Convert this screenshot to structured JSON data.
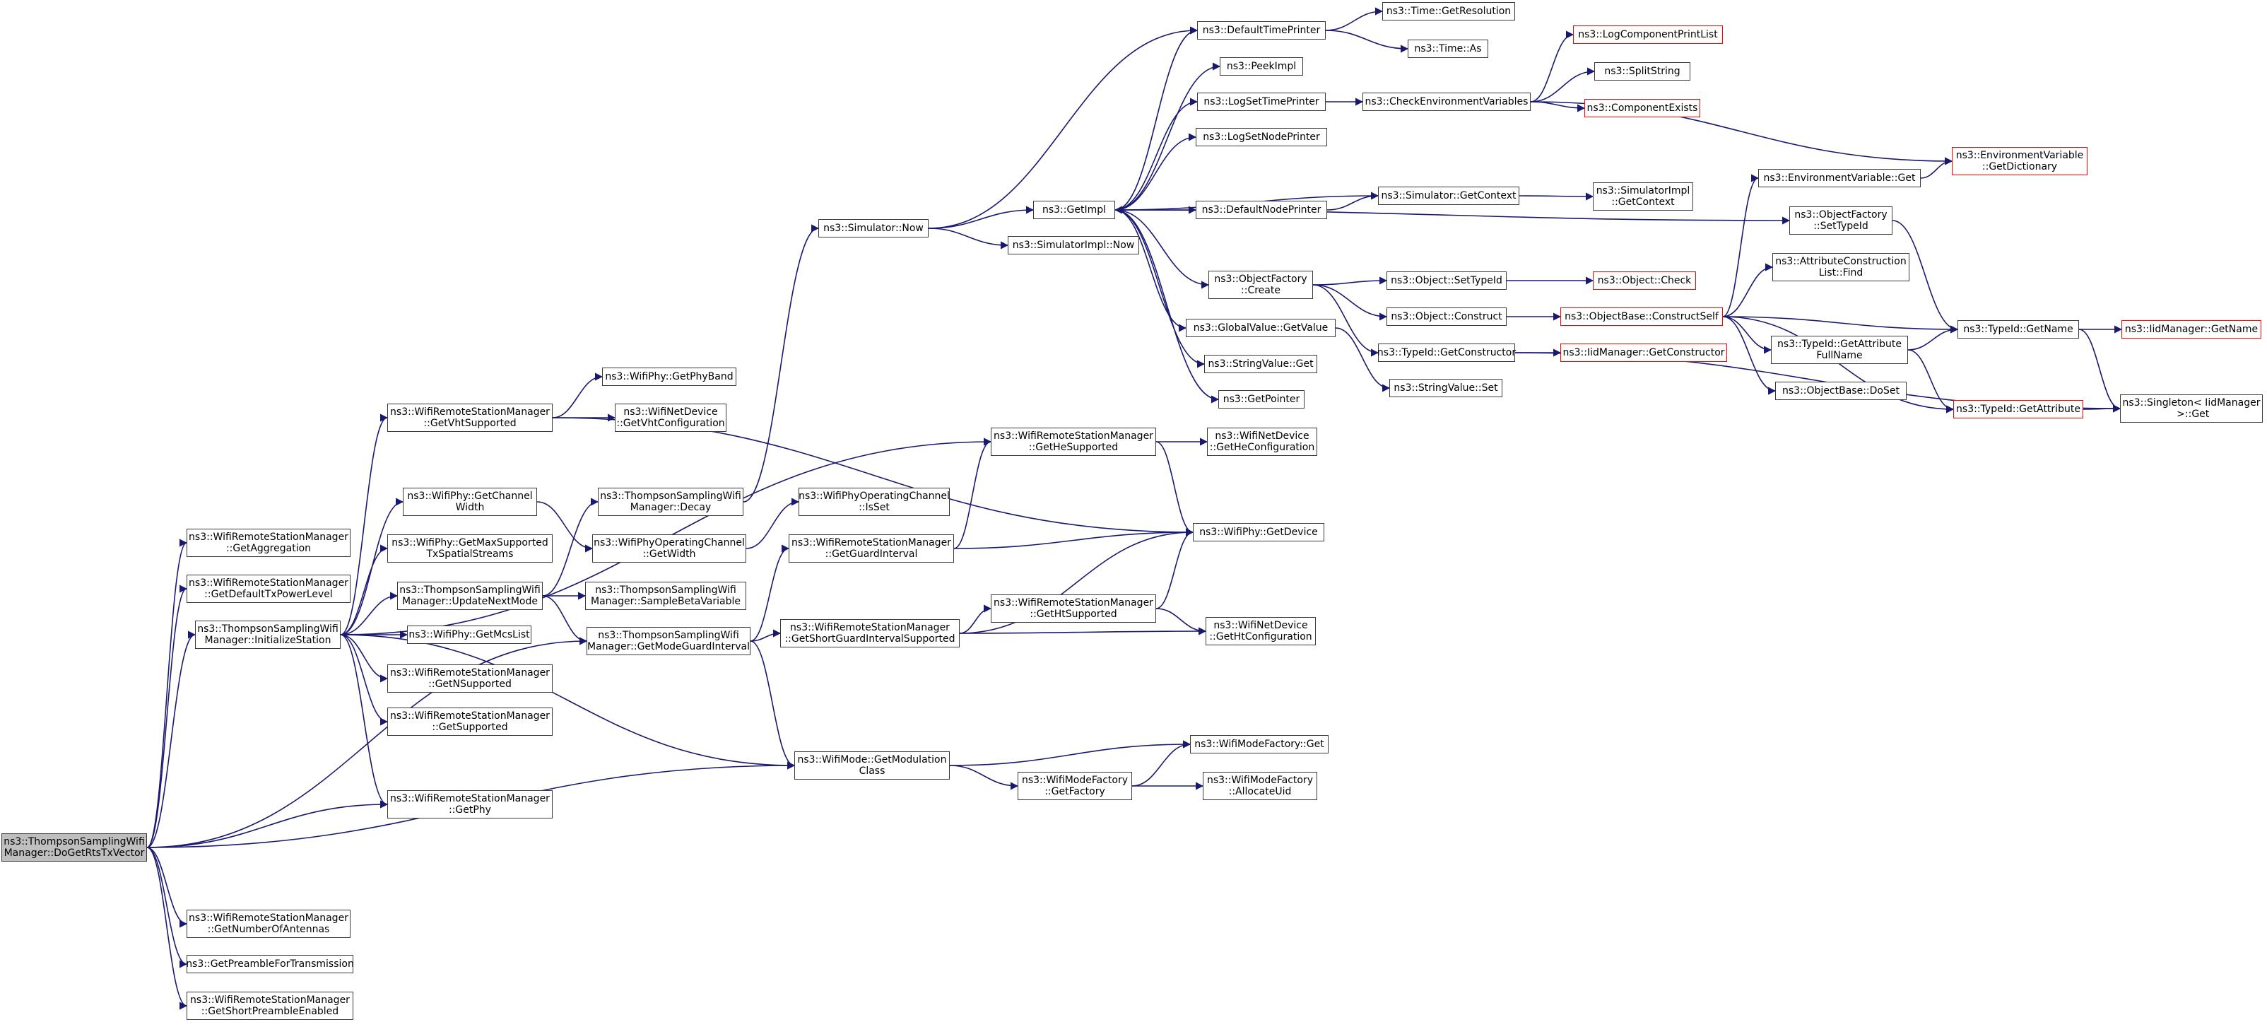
{
  "colors": {
    "edge": "#191970",
    "node_border": "#3a3a3a",
    "missing_border": "#ff0000",
    "root_fill": "#bfbfbf"
  },
  "nodes": {
    "root": "ns3::ThompsonSamplingWifi\nManager::DoGetRtsTxVector",
    "get_aggregation": "ns3::WifiRemoteStationManager\n::GetAggregation",
    "get_default_tx_power_level": "ns3::WifiRemoteStationManager\n::GetDefaultTxPowerLevel",
    "initialize_station": "ns3::ThompsonSamplingWifi\nManager::InitializeStation",
    "get_phy_station": "ns3::WifiRemoteStationManager\n::GetPhy",
    "get_number_of_antennas": "ns3::WifiRemoteStationManager\n::GetNumberOfAntennas",
    "get_preamble_for_transmission": "ns3::GetPreambleForTransmission",
    "get_short_preamble_enabled": "ns3::WifiRemoteStationManager\n::GetShortPreambleEnabled",
    "get_vht_supported": "ns3::WifiRemoteStationManager\n::GetVhtSupported",
    "get_phy_band": "ns3::WifiPhy::GetPhyBand",
    "get_vht_configuration": "ns3::WifiNetDevice\n::GetVhtConfiguration",
    "get_channel_width": "ns3::WifiPhy::GetChannel\nWidth",
    "get_max_supported_tx_spatial_streams": "ns3::WifiPhy::GetMaxSupported\nTxSpatialStreams",
    "update_next_mode": "ns3::ThompsonSamplingWifi\nManager::UpdateNextMode",
    "get_mcs_list": "ns3::WifiPhy::GetMcsList",
    "get_n_supported": "ns3::WifiRemoteStationManager\n::GetNSupported",
    "get_supported": "ns3::WifiRemoteStationManager\n::GetSupported",
    "decay": "ns3::ThompsonSamplingWifi\nManager::Decay",
    "operating_channel_get_width": "ns3::WifiPhyOperatingChannel\n::GetWidth",
    "sample_beta_variable": "ns3::ThompsonSamplingWifi\nManager::SampleBetaVariable",
    "get_mode_guard_interval": "ns3::ThompsonSamplingWifi\nManager::GetModeGuardInterval",
    "operating_channel_is_set": "ns3::WifiPhyOperatingChannel\n::IsSet",
    "simulator_now": "ns3::Simulator::Now",
    "simulator_impl_now": "ns3::SimulatorImpl::Now",
    "get_impl": "ns3::GetImpl",
    "get_guard_interval": "ns3::WifiRemoteStationManager\n::GetGuardInterval",
    "get_short_guard_interval_supported": "ns3::WifiRemoteStationManager\n::GetShortGuardIntervalSupported",
    "get_modulation_class": "ns3::WifiMode::GetModulation\nClass",
    "get_he_supported": "ns3::WifiRemoteStationManager\n::GetHeSupported",
    "get_ht_supported": "ns3::WifiRemoteStationManager\n::GetHtSupported",
    "mode_factory_get_factory": "ns3::WifiModeFactory\n::GetFactory",
    "default_time_printer": "ns3::DefaultTimePrinter",
    "peek_impl": "ns3::PeekImpl",
    "log_set_time_printer": "ns3::LogSetTimePrinter",
    "log_set_node_printer": "ns3::LogSetNodePrinter",
    "default_node_printer": "ns3::DefaultNodePrinter",
    "object_factory_create": "ns3::ObjectFactory\n::Create",
    "global_value_get_value": "ns3::GlobalValue::GetValue",
    "string_value_get": "ns3::StringValue::Get",
    "get_pointer": "ns3::GetPointer",
    "he_configuration": "ns3::WifiNetDevice\n::GetHeConfiguration",
    "phy_get_device": "ns3::WifiPhy::GetDevice",
    "ht_configuration": "ns3::WifiNetDevice\n::GetHtConfiguration",
    "mode_factory_get": "ns3::WifiModeFactory::Get",
    "allocate_uid": "ns3::WifiModeFactory\n::AllocateUid",
    "time_get_resolution": "ns3::Time::GetResolution",
    "time_as": "ns3::Time::As",
    "check_environment_variables": "ns3::CheckEnvironmentVariables",
    "simulator_get_context": "ns3::Simulator::GetContext",
    "object_set_type_id": "ns3::Object::SetTypeId",
    "object_construct": "ns3::Object::Construct",
    "type_id_get_constructor": "ns3::TypeId::GetConstructor",
    "string_value_set": "ns3::StringValue::Set",
    "log_component_print_list": "ns3::LogComponentPrintList",
    "split_string": "ns3::SplitString",
    "component_exists": "ns3::ComponentExists",
    "simulator_impl_get_context": "ns3::SimulatorImpl\n::GetContext",
    "object_check": "ns3::Object::Check",
    "object_base_construct_self": "ns3::ObjectBase::ConstructSelf",
    "iid_manager_get_constructor": "ns3::IidManager::GetConstructor",
    "environment_variable_get": "ns3::EnvironmentVariable::Get",
    "object_factory_set_type_id": "ns3::ObjectFactory\n::SetTypeId",
    "attribute_construction_list_find": "ns3::AttributeConstruction\nList::Find",
    "type_id_get_attribute_full_name": "ns3::TypeId::GetAttribute\nFullName",
    "object_base_do_set": "ns3::ObjectBase::DoSet",
    "environment_variable_get_dictionary": "ns3::EnvironmentVariable\n::GetDictionary",
    "type_id_get_name": "ns3::TypeId::GetName",
    "type_id_get_attribute": "ns3::TypeId::GetAttribute",
    "iid_manager_get_name": "ns3::IidManager::GetName",
    "singleton_get": "ns3::Singleton< IidManager\n >::Get"
  }
}
